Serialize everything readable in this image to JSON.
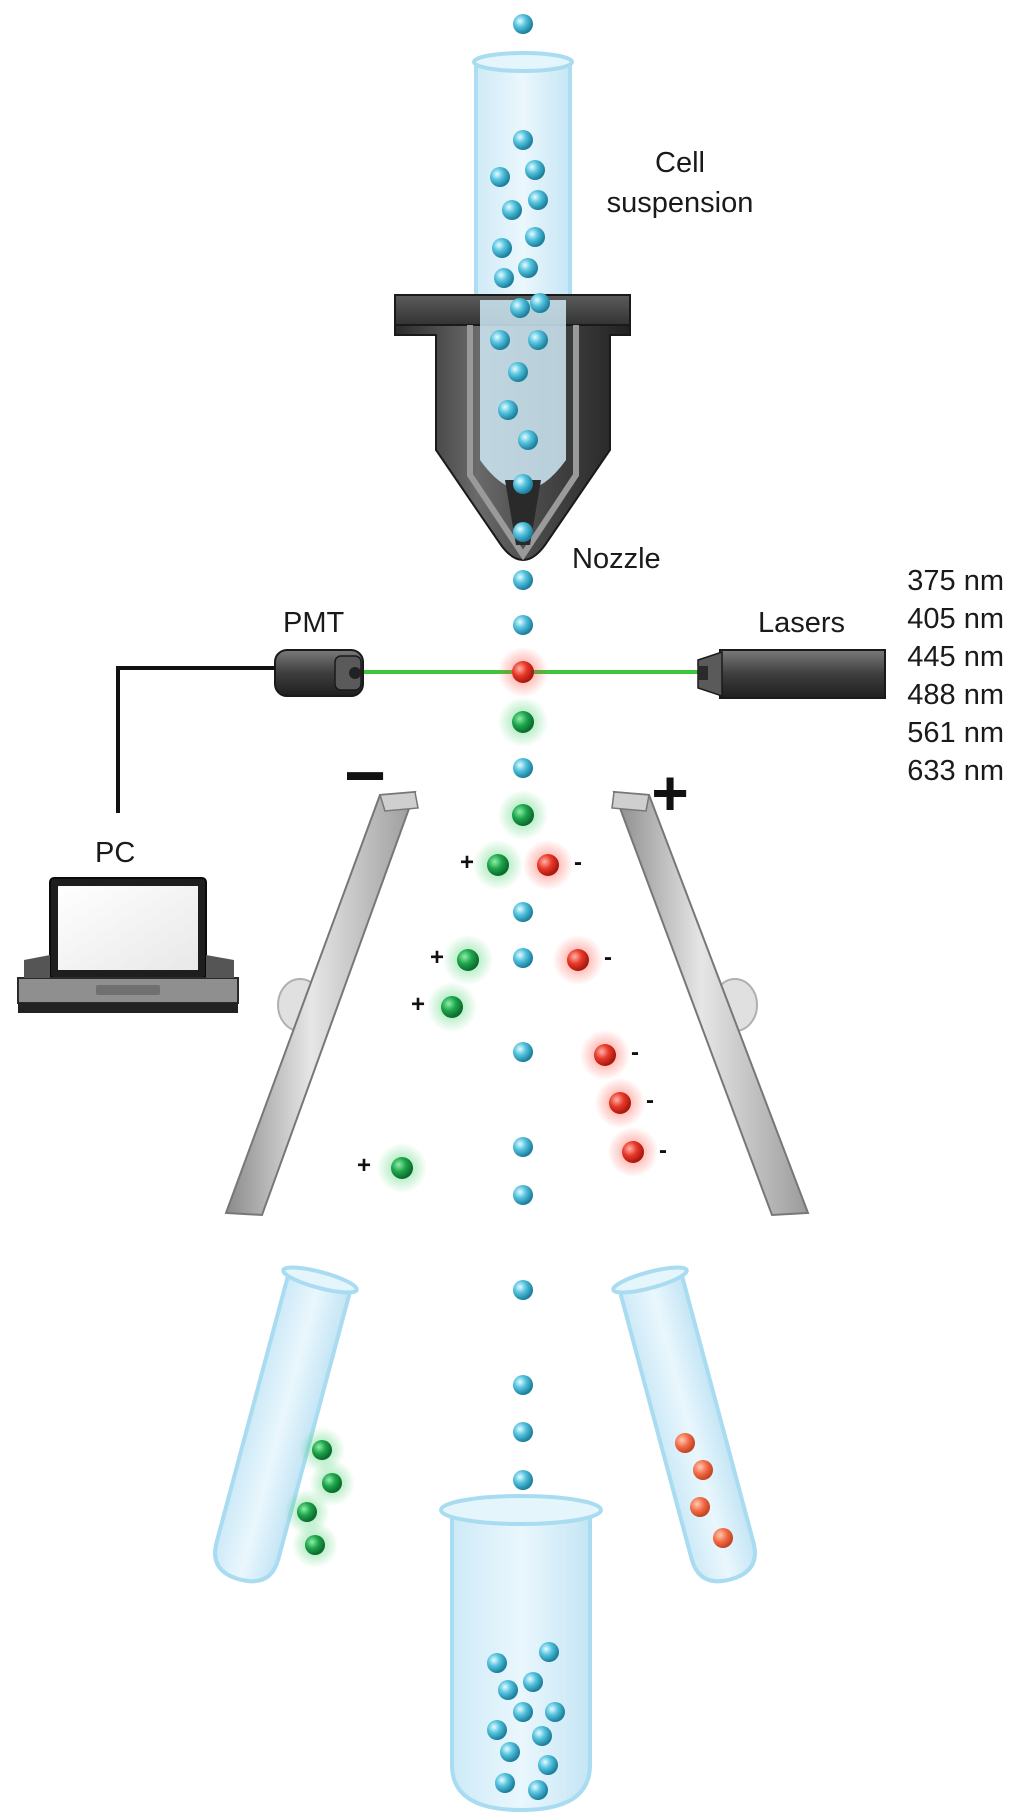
{
  "labels": {
    "cell_suspension_line1": "Cell",
    "cell_suspension_line2": "suspension",
    "nozzle": "Nozzle",
    "pmt": "PMT",
    "lasers": "Lasers",
    "pc": "PC"
  },
  "laser_wavelengths": [
    "375 nm",
    "405 nm",
    "445 nm",
    "488 nm",
    "561 nm",
    "633 nm"
  ],
  "deflection_plates": {
    "left_polarity": "−",
    "right_polarity": "+"
  },
  "droplet_charges": {
    "positive": "+",
    "negative": "-"
  },
  "colors": {
    "unlabeled_cell": "#3fb6d6",
    "green_cell": "#1e9e4a",
    "red_cell": "#e53a2a",
    "orange_cell": "#f06a45",
    "laser_beam": "#3ec43e",
    "tube_fill": "#d6effa",
    "tube_stroke": "#a8dcf2",
    "nozzle_dark": "#3a3a3a",
    "plate": "#b9b9b9"
  }
}
